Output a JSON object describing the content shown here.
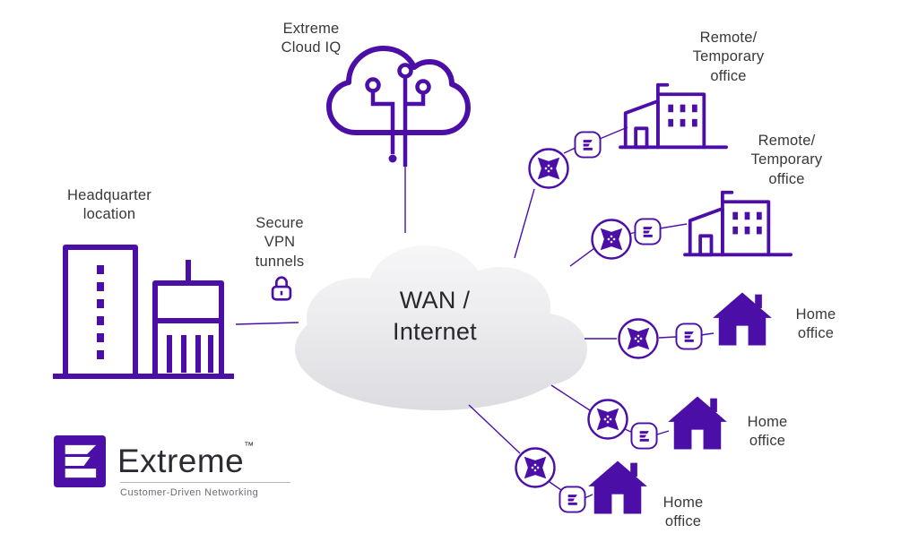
{
  "colors": {
    "accent": "#4B0FA8",
    "label_text": "#38383C",
    "wan_cloud_fill": "#E9E9EC"
  },
  "diagram": {
    "cloud_iq_label": "Extreme\nCloud IQ",
    "headquarter_label": "Headquarter\nlocation",
    "vpn_label": "Secure\nVPN\ntunnels",
    "wan_label": "WAN /\nInternet",
    "remote_office_labels": [
      "Remote/\nTemporary\noffice",
      "Remote/\nTemporary\noffice"
    ],
    "home_office_labels": [
      "Home\noffice",
      "Home\noffice",
      "Home\noffice"
    ]
  },
  "logo": {
    "brand": "Extreme",
    "trademark": "™",
    "tagline": "Customer-Driven Networking"
  }
}
